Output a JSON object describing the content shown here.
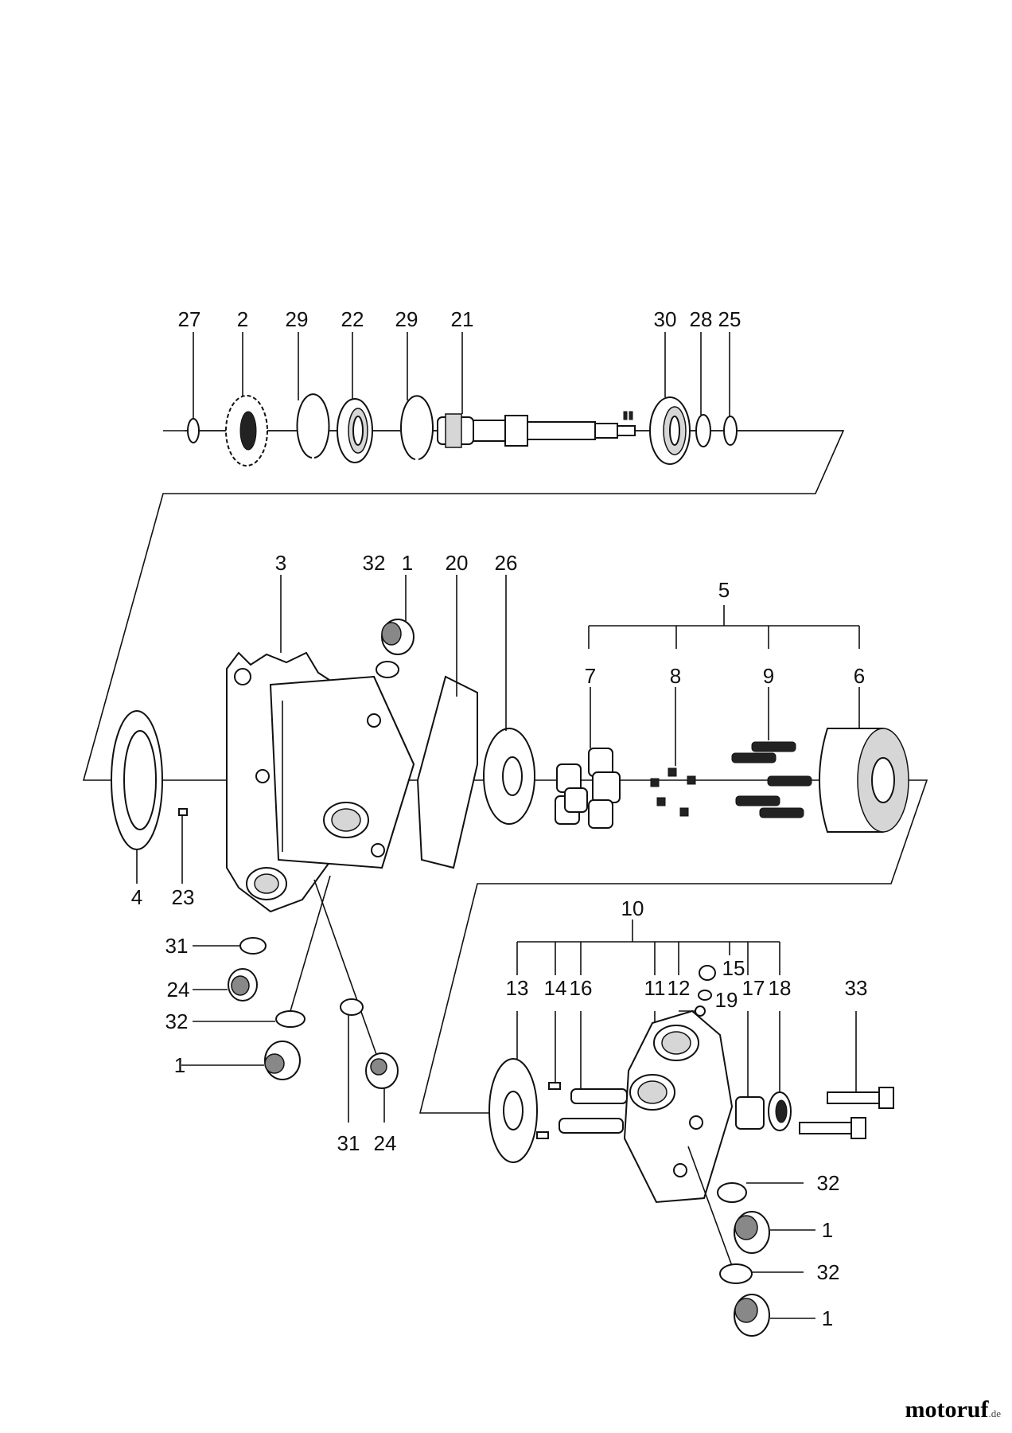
{
  "diagram": {
    "labels": {
      "l27": "27",
      "l2": "2",
      "l29a": "29",
      "l22": "22",
      "l29b": "29",
      "l21": "21",
      "l30": "30",
      "l28": "28",
      "l25": "25",
      "l3": "3",
      "l32a": "32",
      "l1a": "1",
      "l20": "20",
      "l26": "26",
      "l5": "5",
      "l7": "7",
      "l8": "8",
      "l9": "9",
      "l6": "6",
      "l4": "4",
      "l23": "23",
      "l31a": "31",
      "l24a": "24",
      "l32b": "32",
      "l1b": "1",
      "l31b": "31",
      "l24b": "24",
      "l10": "10",
      "l13": "13",
      "l14": "14",
      "l16": "16",
      "l11": "11",
      "l12": "12",
      "l15": "15",
      "l19": "19",
      "l17": "17",
      "l18": "18",
      "l33": "33",
      "l32c": "32",
      "l1c": "1",
      "l32d": "32",
      "l1d": "1"
    }
  },
  "watermark": {
    "name": "motoruf",
    "domain": ".de"
  }
}
